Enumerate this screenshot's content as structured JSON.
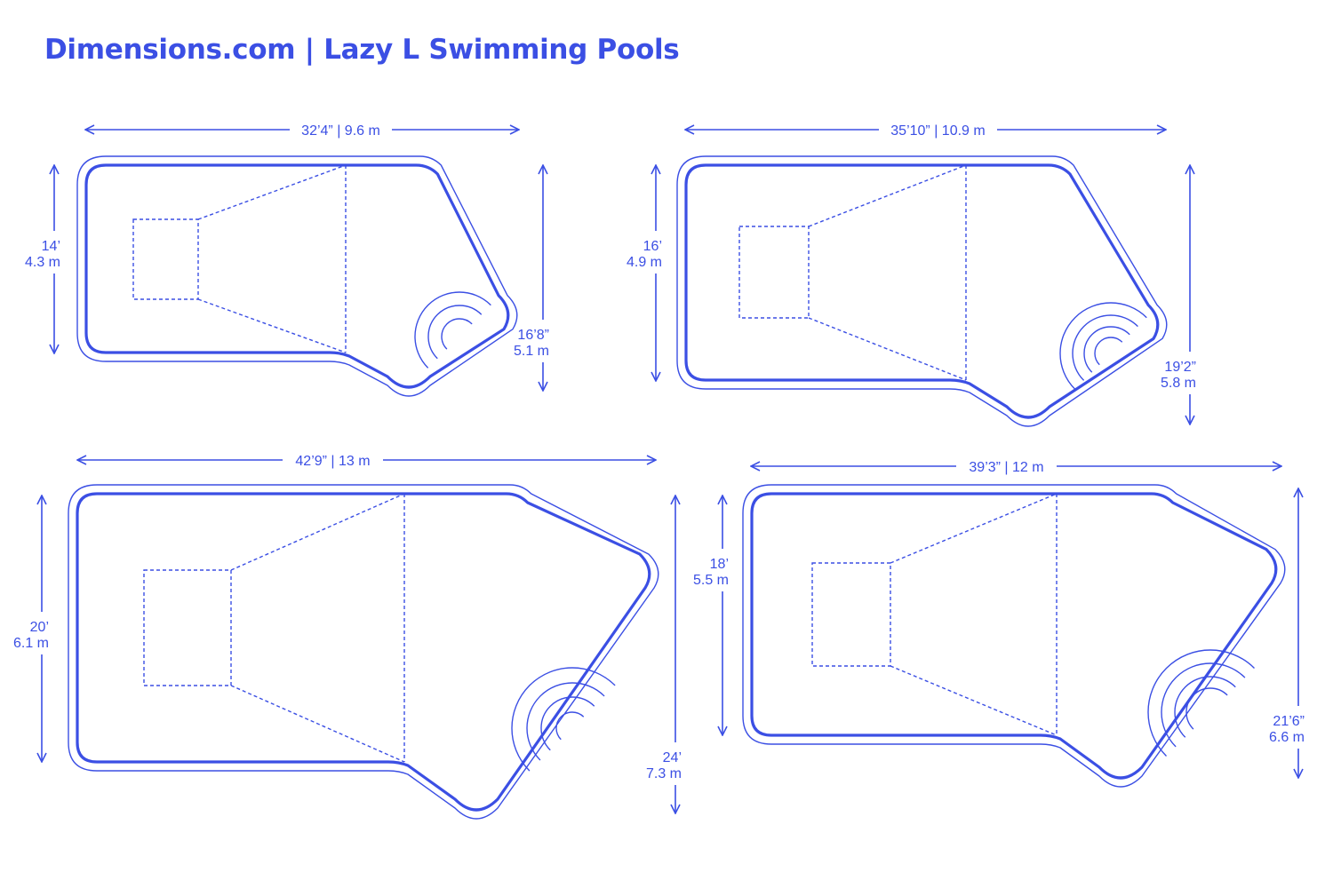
{
  "title": "Dimensions.com | Lazy L Swimming Pools",
  "colors": {
    "line": "#3b4fe4",
    "background": "#ffffff"
  },
  "pools": [
    {
      "name": "pool-1",
      "overall_length": "32’4” | 9.6 m",
      "shallow_width_imperial": "14’",
      "shallow_width_metric": "4.3 m",
      "overall_width_imperial": "16’8”",
      "overall_width_metric": "5.1 m"
    },
    {
      "name": "pool-2",
      "overall_length": "35’10” | 10.9 m",
      "shallow_width_imperial": "16’",
      "shallow_width_metric": "4.9 m",
      "overall_width_imperial": "19’2”",
      "overall_width_metric": "5.8 m"
    },
    {
      "name": "pool-3",
      "overall_length": "42’9” | 13 m",
      "shallow_width_imperial": "20’",
      "shallow_width_metric": "6.1 m",
      "overall_width_imperial": "24’",
      "overall_width_metric": "7.3 m"
    },
    {
      "name": "pool-4",
      "overall_length": "39’3” | 12 m",
      "shallow_width_imperial": "18’",
      "shallow_width_metric": "5.5 m",
      "overall_width_imperial": "21’6”",
      "overall_width_metric": "6.6 m"
    }
  ]
}
